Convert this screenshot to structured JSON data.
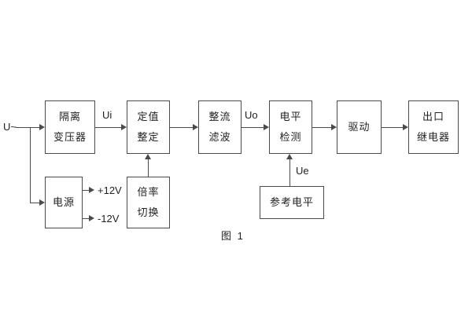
{
  "diagram": {
    "caption": "图 1",
    "input_label": "U~",
    "signal_ui": "Ui",
    "signal_uo": "Uo",
    "signal_ue": "Ue",
    "power_pos": "+12V",
    "power_neg": "-12V",
    "line_color": "#4a4a4a",
    "blocks": {
      "transformer": {
        "line1": "隔离",
        "line2": "变压器"
      },
      "setting": {
        "line1": "定值",
        "line2": "整定"
      },
      "rectifier": {
        "line1": "整流",
        "line2": "滤波"
      },
      "level": {
        "line1": "电平",
        "line2": "检测"
      },
      "drive": {
        "line1": "驱动"
      },
      "relay": {
        "line1": "出口",
        "line2": "继电器"
      },
      "power": {
        "line1": "电源"
      },
      "ratio": {
        "line1": "倍率",
        "line2": "切换"
      },
      "reference": {
        "line1": "参考电平"
      }
    }
  }
}
